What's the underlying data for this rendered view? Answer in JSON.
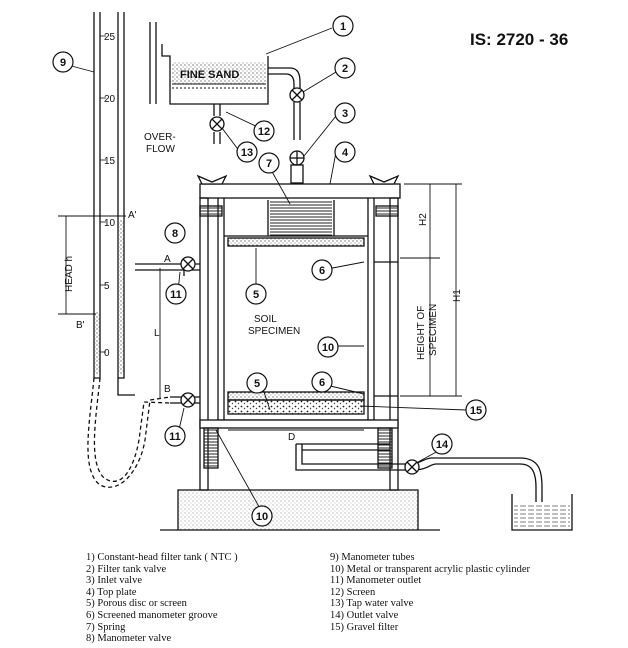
{
  "standard": "IS: 2720 - 36",
  "labels": {
    "fine_sand": "FINE SAND",
    "overflow_1": "OVER-",
    "overflow_2": "FLOW",
    "soil_1": "SOIL",
    "soil_2": "SPECIMEN",
    "head": "HEAD h",
    "height_1": "HEIGHT OF",
    "height_2": "SPECIMEN",
    "h1": "H1",
    "h2": "H2",
    "L": "L",
    "D": "D",
    "A": "A",
    "B": "B",
    "A_prime": "A'",
    "B_prime": "B'"
  },
  "scale_ticks": [
    "25",
    "20",
    "15",
    "10",
    "5",
    "0"
  ],
  "callouts": {
    "c1": "1",
    "c2": "2",
    "c3": "3",
    "c4": "4",
    "c5a": "5",
    "c5b": "5",
    "c6a": "6",
    "c6b": "6",
    "c7": "7",
    "c8": "8",
    "c9": "9",
    "c10a": "10",
    "c10b": "10",
    "c11a": "11",
    "c11b": "11",
    "c12": "12",
    "c13": "13",
    "c14": "14",
    "c15": "15"
  },
  "legend_left": [
    "1)  Constant-head filter tank ( NTC )",
    "2)  Filter tank valve",
    "3)  Inlet valve",
    "4)  Top plate",
    "5)  Porous disc or screen",
    "6)  Screened manometer groove",
    "7)  Spring",
    "8)  Manometer valve"
  ],
  "legend_right": [
    "9)  Manometer tubes",
    "10)  Metal or transparent acrylic plastic cylinder",
    "11)  Manometer outlet",
    "12)  Screen",
    "13)  Tap water valve",
    "14)  Outlet valve",
    "15)  Gravel filter"
  ]
}
